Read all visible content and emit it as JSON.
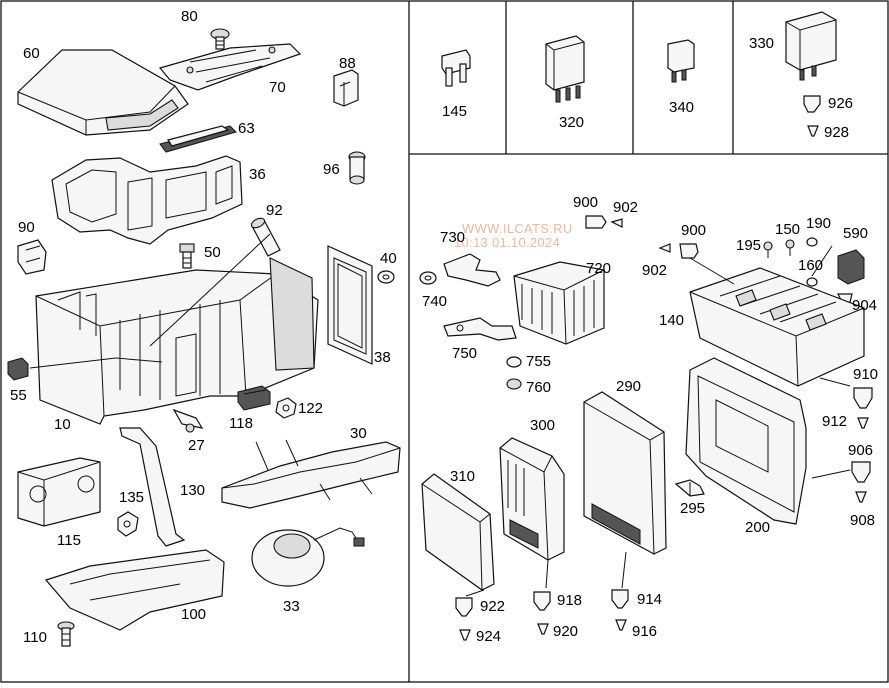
{
  "watermark": {
    "line1": "WWW.ILCATS.RU",
    "line2": "10:13 01.10.2024"
  },
  "labels": {
    "p80": "80",
    "p60": "60",
    "p70": "70",
    "p88": "88",
    "p63": "63",
    "p96": "96",
    "p36": "36",
    "p90": "90",
    "p92": "92",
    "p50": "50",
    "p40": "40",
    "p38": "38",
    "p55": "55",
    "p10": "10",
    "p27": "27",
    "p118": "118",
    "p122": "122",
    "p30": "30",
    "p115": "115",
    "p135": "135",
    "p130": "130",
    "p100": "100",
    "p33": "33",
    "p110": "110",
    "p145": "145",
    "p320": "320",
    "p340": "340",
    "p330": "330",
    "p926": "926",
    "p928": "928",
    "p900a": "900",
    "p902a": "902",
    "p730": "730",
    "p720": "720",
    "p740": "740",
    "p900b": "900",
    "p150": "150",
    "p190": "190",
    "p195": "195",
    "p590": "590",
    "p902b": "902",
    "p160": "160",
    "p904": "904",
    "p140": "140",
    "p750": "750",
    "p755": "755",
    "p760": "760",
    "p290": "290",
    "p300": "300",
    "p910": "910",
    "p912": "912",
    "p906": "906",
    "p908": "908",
    "p310": "310",
    "p295": "295",
    "p200": "200",
    "p922": "922",
    "p924": "924",
    "p918": "918",
    "p920": "920",
    "p914": "914",
    "p916": "916"
  }
}
